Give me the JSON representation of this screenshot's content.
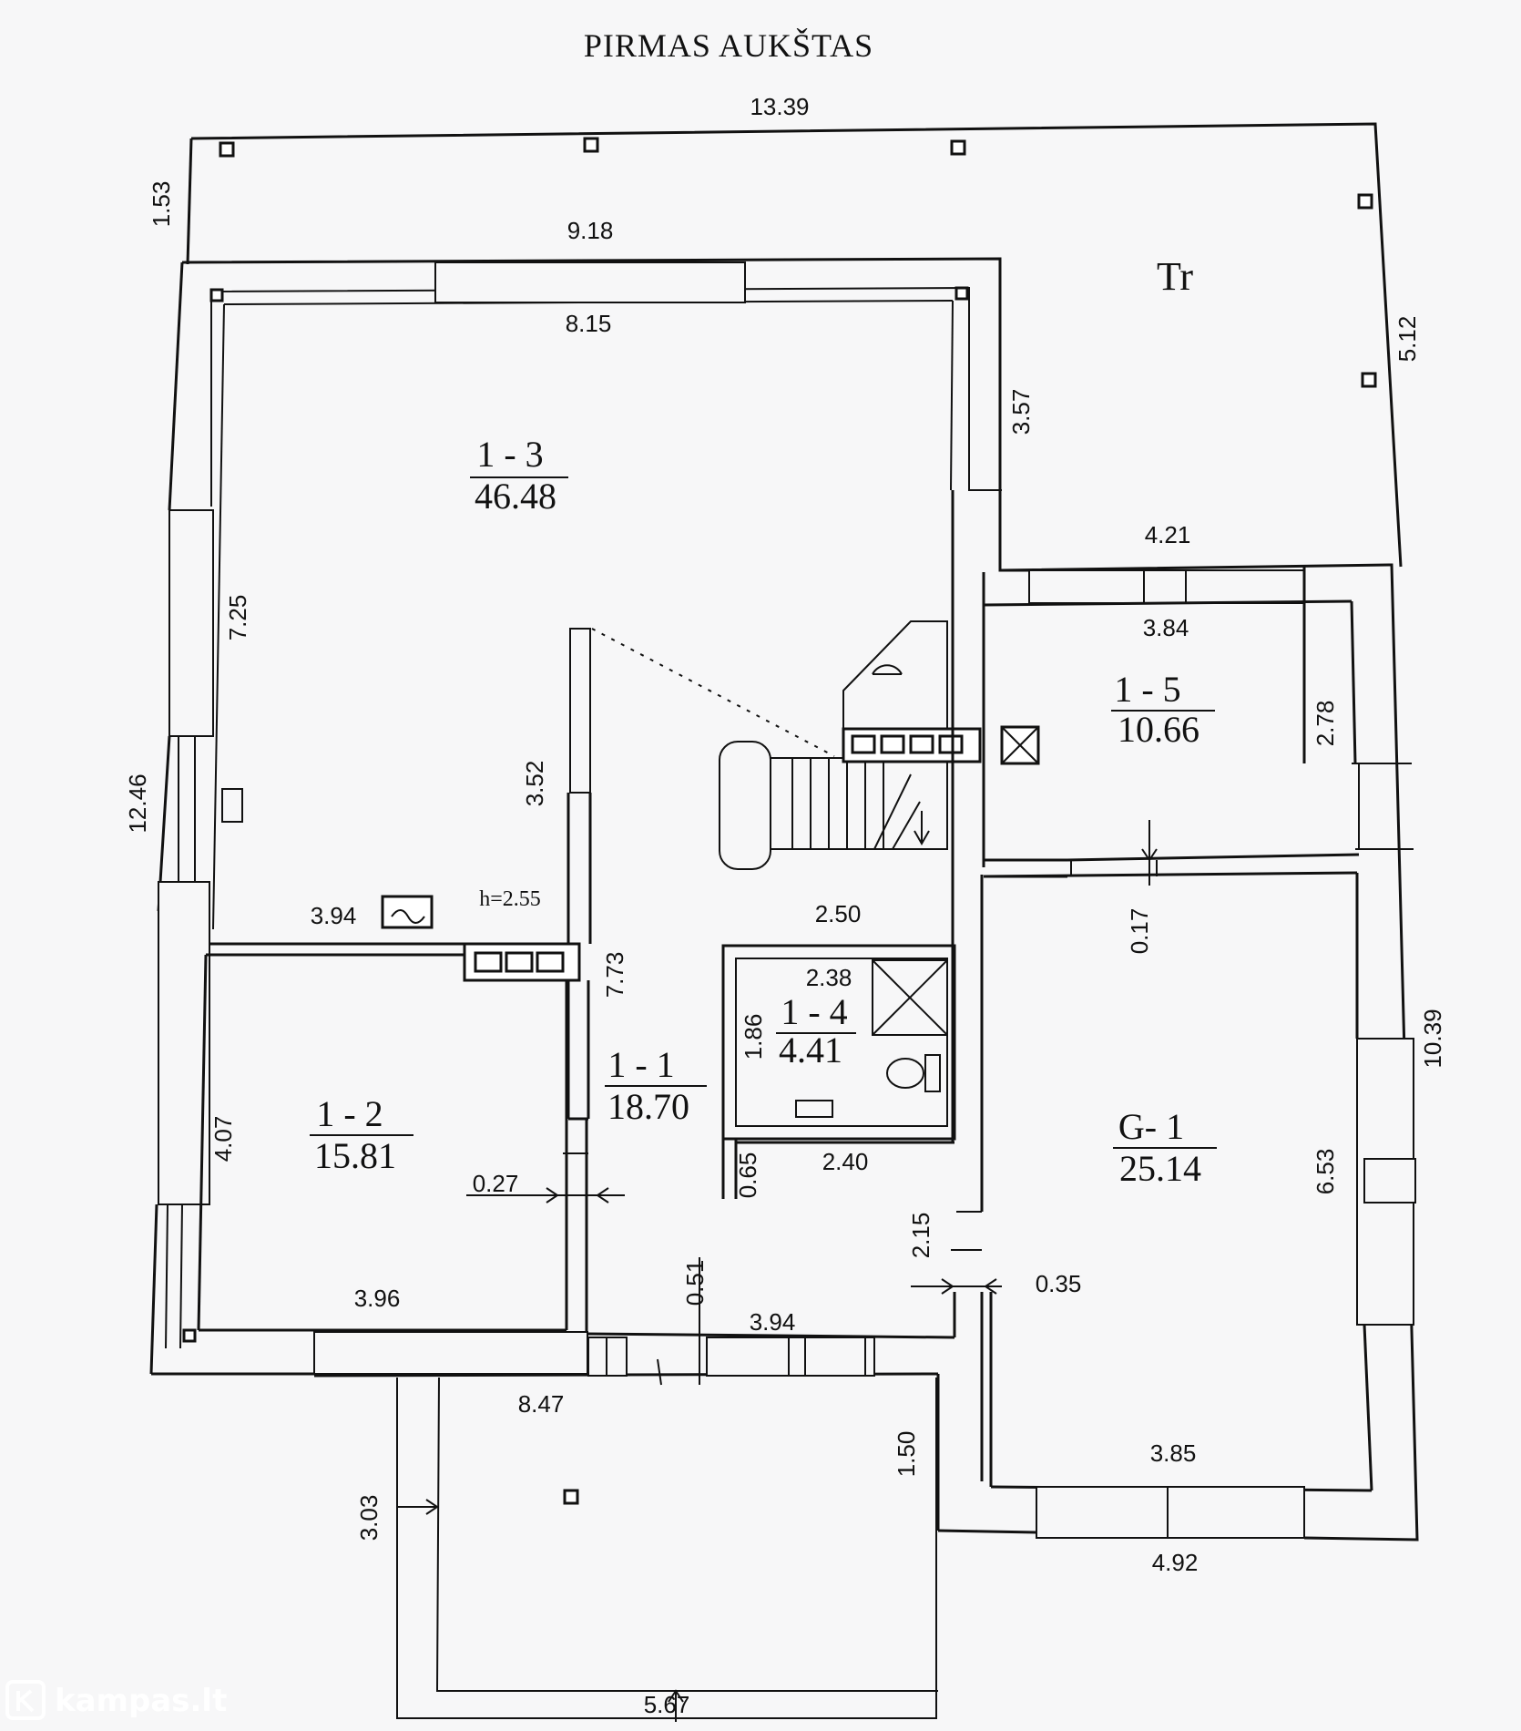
{
  "title": "PIRMAS AUKŠTAS",
  "terrace_label": "Tr",
  "rooms": [
    {
      "id": "1 - 3",
      "area": "46.48"
    },
    {
      "id": "1 - 5",
      "area": "10.66"
    },
    {
      "id": "1 - 2",
      "area": "15.81"
    },
    {
      "id": "1 - 1",
      "area": "18.70"
    },
    {
      "id": "1 - 4",
      "area": "4.41"
    },
    {
      "id": "G- 1",
      "area": "25.14"
    }
  ],
  "dimensions": {
    "d1339": "13.39",
    "d918": "9.18",
    "d815": "8.15",
    "d153": "1.53",
    "d512": "5.12",
    "d357": "3.57",
    "d421": "4.21",
    "d384": "3.84",
    "d278": "2.78",
    "d725": "7.25",
    "d1246": "12.46",
    "d352": "3.52",
    "d394a": "3.94",
    "h255": "h=2.55",
    "d250": "2.50",
    "d017": "0.17",
    "d773": "7.73",
    "d238": "2.38",
    "d186": "1.86",
    "d1039": "10.39",
    "d407": "4.07",
    "d027": "0.27",
    "d065": "0.65",
    "d240": "2.40",
    "d653": "6.53",
    "d215": "2.15",
    "d035": "0.35",
    "d396": "3.96",
    "d051": "0.51",
    "d394b": "3.94",
    "d847": "8.47",
    "d150": "1.50",
    "d385": "3.85",
    "d303": "3.03",
    "d492": "4.92",
    "d567": "5.67"
  },
  "watermark": "kampas.lt"
}
